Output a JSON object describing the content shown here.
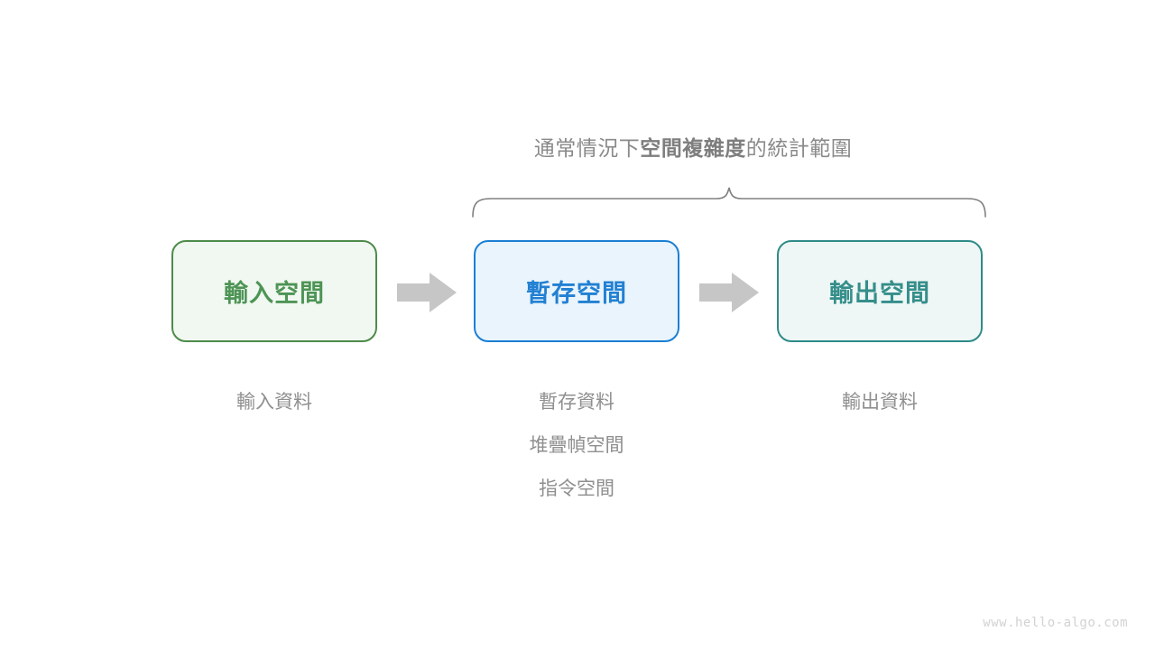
{
  "diagram": {
    "title": {
      "prefix": "通常情況下",
      "emphasis": "空間複雜度",
      "suffix": "的統計範圍"
    },
    "boxes": [
      {
        "label": "輸入空間",
        "border_color": "#4d8b4a",
        "fill_color": "#f1f8f1",
        "text_color": "#4d9455"
      },
      {
        "label": "暫存空間",
        "border_color": "#1a7fd4",
        "fill_color": "#e9f4fd",
        "text_color": "#2280d2"
      },
      {
        "label": "輸出空間",
        "border_color": "#2e8b87",
        "fill_color": "#eef7f6",
        "text_color": "#358e8a"
      }
    ],
    "arrows": [
      {
        "name": "arrow-input-to-temp",
        "color": "#c6c6c6"
      },
      {
        "name": "arrow-temp-to-output",
        "color": "#c6c6c6"
      }
    ],
    "captions": {
      "input": [
        "輸入資料"
      ],
      "temp": [
        "暫存資料",
        "堆疊幀空間",
        "指令空間"
      ],
      "output": [
        "輸出資料"
      ]
    },
    "brace": {
      "color": "#808080",
      "spans_boxes": [
        "暫存空間",
        "輸出空間"
      ]
    },
    "watermark": "www.hello-algo.com",
    "background_color": "#ffffff",
    "caption_color": "#8f8f8f"
  }
}
